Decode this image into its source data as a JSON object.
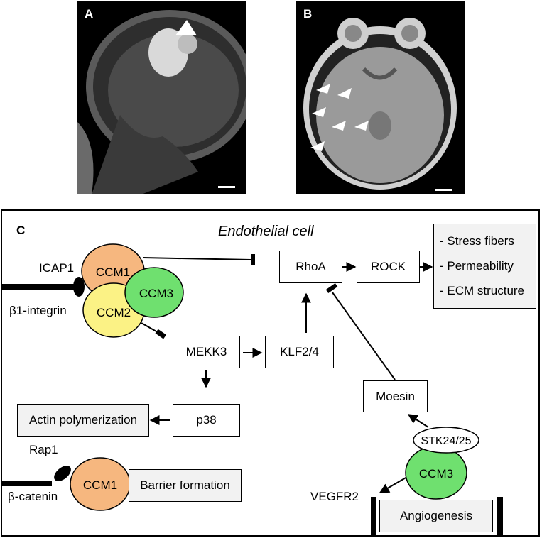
{
  "panel_a": {
    "letter": "A"
  },
  "panel_b": {
    "letter": "B"
  },
  "panel_c": {
    "letter": "C",
    "title": "Endothelial cell",
    "labels": {
      "icap1": "ICAP1",
      "b1_integrin": "β1-integrin",
      "rap1": "Rap1",
      "b_catenin": "β-catenin",
      "vegfr2": "VEGFR2"
    },
    "proteins": {
      "ccm1_top": "CCM1",
      "ccm2": "CCM2",
      "ccm3_top": "CCM3",
      "ccm1_bottom": "CCM1",
      "ccm3_bottom": "CCM3",
      "stk": "STK24/25"
    },
    "boxes": {
      "rhoa": "RhoA",
      "rock": "ROCK",
      "mekk3": "MEKK3",
      "klf": "KLF2/4",
      "p38": "p38",
      "moesin": "Moesin",
      "actin": "Actin polymerization",
      "barrier": "Barrier formation",
      "angiogenesis": "Angiogenesis"
    },
    "outcomes": [
      "- Stress fibers",
      "- Permeability",
      "- ECM structure"
    ],
    "colors": {
      "ccm1": "#f6b77f",
      "ccm2": "#fbf285",
      "ccm3": "#6fe06f",
      "box_grey": "#f2f2f2"
    }
  }
}
